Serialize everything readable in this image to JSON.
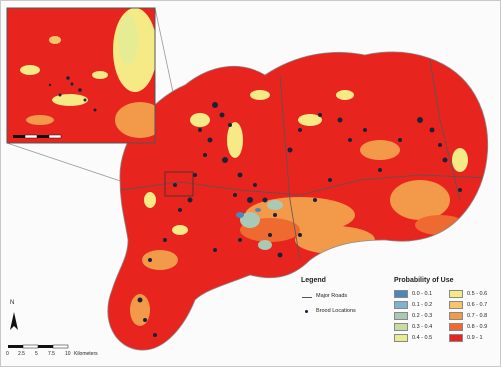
{
  "legend": {
    "title": "Legend",
    "items": [
      {
        "label": "Major Roads"
      },
      {
        "label": "Brood Locations"
      }
    ]
  },
  "probability": {
    "title": "Probability of Use",
    "classes": [
      {
        "label": "0.0 - 0.1",
        "color": "#4f86b8"
      },
      {
        "label": "0.1 - 0.2",
        "color": "#7fb2cf"
      },
      {
        "label": "0.2 - 0.3",
        "color": "#a9c9b4"
      },
      {
        "label": "0.3 - 0.4",
        "color": "#c8dca0"
      },
      {
        "label": "0.4 - 0.5",
        "color": "#e6ec93"
      },
      {
        "label": "0.5 - 0.6",
        "color": "#f6ea86"
      },
      {
        "label": "0.6 - 0.7",
        "color": "#f6c56a"
      },
      {
        "label": "0.7 - 0.8",
        "color": "#f39a4a"
      },
      {
        "label": "0.8 - 0.9",
        "color": "#ee6a30"
      },
      {
        "label": "0.9 - 1",
        "color": "#e8241f"
      }
    ]
  },
  "north_label": "N",
  "scale": {
    "ticks": [
      "0",
      "2.5",
      "5",
      "7.5",
      "10"
    ],
    "unit": "Kilometers"
  }
}
